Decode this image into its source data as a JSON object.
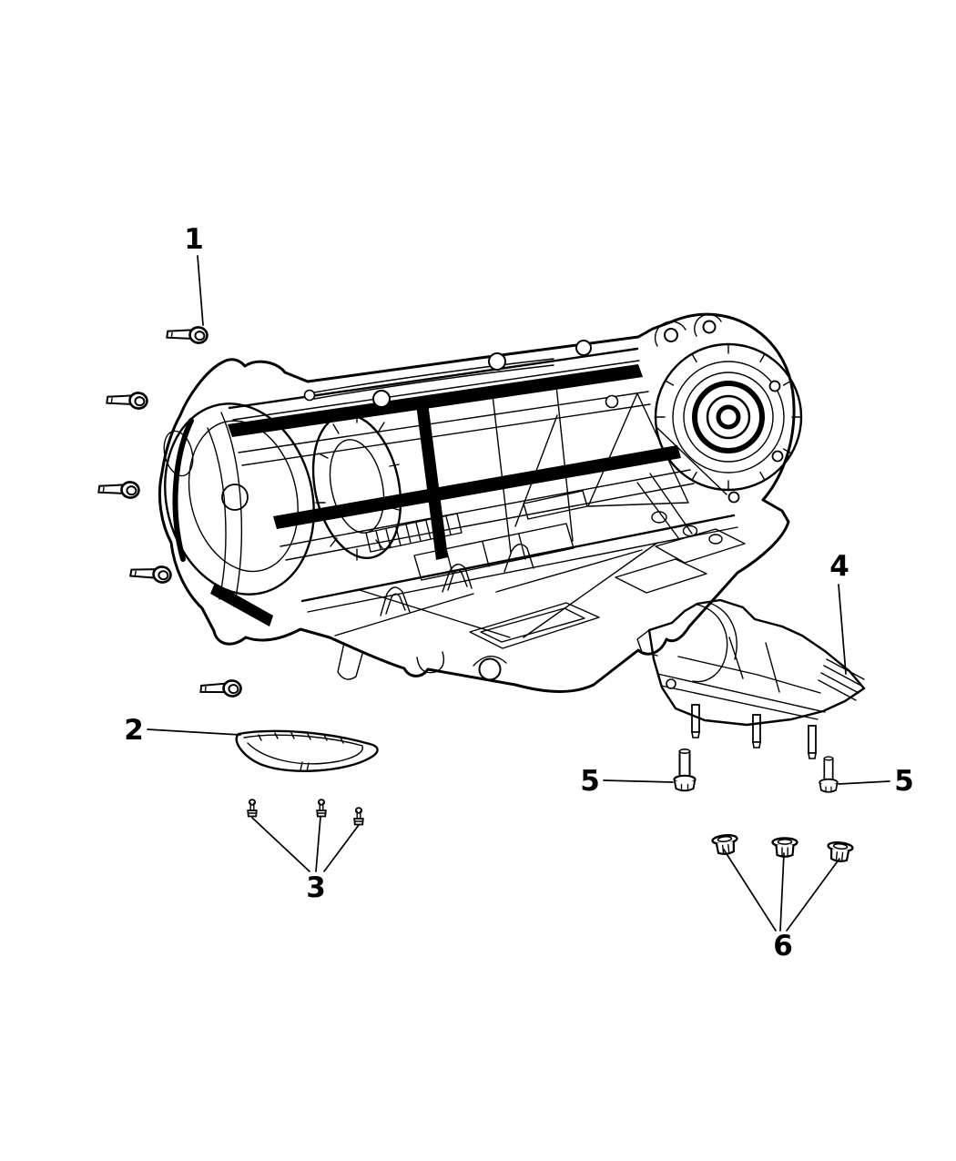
{
  "page": {
    "background_color": "#ffffff",
    "ink_color": "#000000"
  },
  "figure": {
    "type": "exploded-parts-line-diagram",
    "parts": [
      {
        "callout": "1",
        "name": "hex-flange-bolt",
        "instances": 5
      },
      {
        "callout": "2",
        "name": "crescent-shield",
        "instances": 1
      },
      {
        "callout": "3",
        "name": "small-stud",
        "instances": 3
      },
      {
        "callout": "4",
        "name": "transmission-mount",
        "instances": 1
      },
      {
        "callout": "5",
        "name": "vertical-mount-bolt",
        "instances": 2
      },
      {
        "callout": "6",
        "name": "flange-nut",
        "instances": 3
      }
    ],
    "callouts": [
      {
        "label": "1"
      },
      {
        "label": "2"
      },
      {
        "label": "3"
      },
      {
        "label": "4"
      },
      {
        "label": "5"
      },
      {
        "label": "5"
      },
      {
        "label": "6"
      }
    ]
  }
}
